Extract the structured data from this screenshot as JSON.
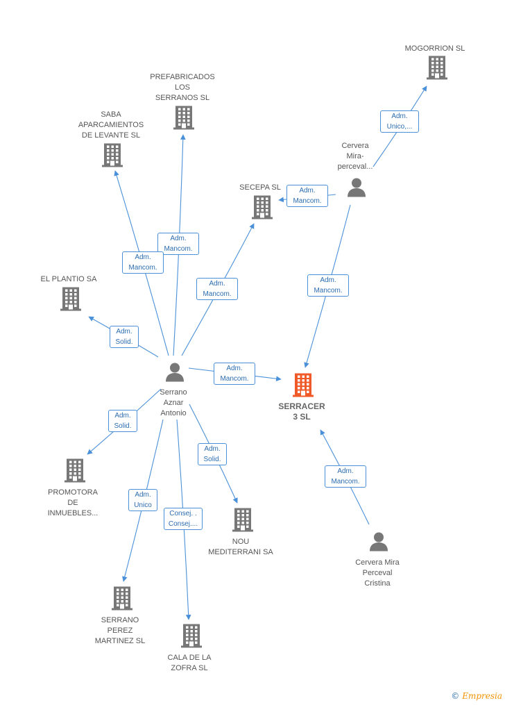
{
  "colors": {
    "edge": "#4a90d9",
    "company": "#777777",
    "focus": "#f05a28",
    "person": "#777777"
  },
  "nodes": [
    {
      "id": "serracer",
      "type": "company",
      "focus": true,
      "label": "SERRACER\n3 SL"
    },
    {
      "id": "serrano_aznar",
      "type": "person",
      "label": "Serrano\nAznar\nAntonio"
    },
    {
      "id": "cervera_perceval",
      "type": "person",
      "label": "Cervera\nMira-\nperceval..."
    },
    {
      "id": "cervera_cristina",
      "type": "person",
      "label": "Cervera Mira\nPerceval\nCristina"
    },
    {
      "id": "mogorrion",
      "type": "company",
      "label": "MOGORRION SL"
    },
    {
      "id": "prefabricados",
      "type": "company",
      "label": "PREFABRICADOS\nLOS\nSERRANOS SL"
    },
    {
      "id": "saba",
      "type": "company",
      "label": "SABA\nAPARCAMIENTOS\nDE LEVANTE SL"
    },
    {
      "id": "secepa",
      "type": "company",
      "label": "SECEPA SL"
    },
    {
      "id": "el_plantio",
      "type": "company",
      "label": "EL PLANTIO SA"
    },
    {
      "id": "promotora",
      "type": "company",
      "label": "PROMOTORA\nDE\nINMUEBLES..."
    },
    {
      "id": "nou_mediterrani",
      "type": "company",
      "label": "NOU\nMEDITERRANI SA"
    },
    {
      "id": "serrano_perez",
      "type": "company",
      "label": "SERRANO\nPEREZ\nMARTINEZ SL"
    },
    {
      "id": "cala_zofra",
      "type": "company",
      "label": "CALA DE LA\nZOFRA SL"
    }
  ],
  "edges": [
    {
      "id": "e_mogorrion",
      "from": "cervera_perceval",
      "to": "mogorrion",
      "label": "Adm.\nUnico,..."
    },
    {
      "id": "e_secepa_cp",
      "from": "cervera_perceval",
      "to": "secepa",
      "label": "Adm.\nMancom."
    },
    {
      "id": "e_serracer_cp",
      "from": "cervera_perceval",
      "to": "serracer",
      "label": "Adm.\nMancom."
    },
    {
      "id": "e_prefab",
      "from": "serrano_aznar",
      "to": "prefabricados",
      "label": "Adm.\nMancom."
    },
    {
      "id": "e_saba",
      "from": "serrano_aznar",
      "to": "saba",
      "label": "Adm.\nMancom."
    },
    {
      "id": "e_secepa_sa",
      "from": "serrano_aznar",
      "to": "secepa",
      "label": "Adm.\nMancom."
    },
    {
      "id": "e_plantio",
      "from": "serrano_aznar",
      "to": "el_plantio",
      "label": "Adm.\nSolid."
    },
    {
      "id": "e_serracer_sa",
      "from": "serrano_aznar",
      "to": "serracer",
      "label": "Adm.\nMancom."
    },
    {
      "id": "e_promotora",
      "from": "serrano_aznar",
      "to": "promotora",
      "label": "Adm.\nSolid."
    },
    {
      "id": "e_nou",
      "from": "serrano_aznar",
      "to": "nou_mediterrani",
      "label": "Adm.\nSolid."
    },
    {
      "id": "e_perez",
      "from": "serrano_aznar",
      "to": "serrano_perez",
      "label": "Adm.\nUnico"
    },
    {
      "id": "e_cala",
      "from": "serrano_aznar",
      "to": "cala_zofra",
      "label": "Consej. .\nConsej...."
    },
    {
      "id": "e_serracer_cc",
      "from": "cervera_cristina",
      "to": "serracer",
      "label": "Adm.\nMancom."
    }
  ],
  "footer": {
    "copyright": "©",
    "brand": "Empresia"
  }
}
